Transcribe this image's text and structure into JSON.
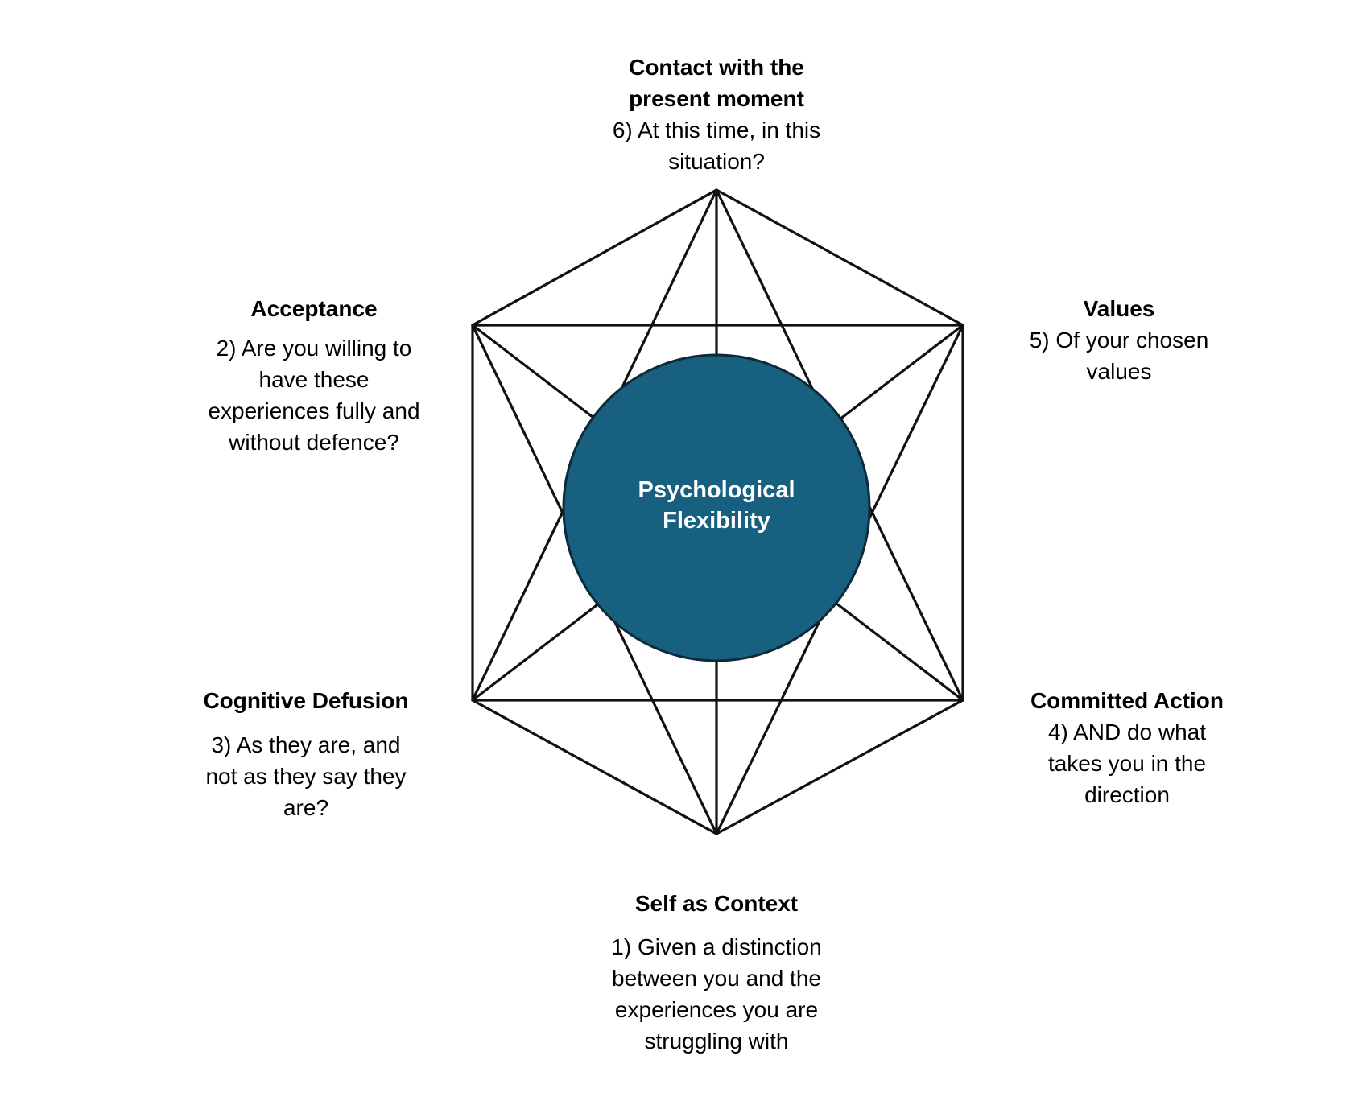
{
  "diagram": {
    "colors": {
      "line": "#111111",
      "core_fill": "#17607f",
      "core_stroke": "#0d2a3a",
      "core_text": "#ffffff"
    },
    "core": {
      "label_line1": "Psychological",
      "label_line2": "Flexibility"
    },
    "nodes": {
      "present_moment": {
        "title_line1": "Contact with the",
        "title_line2": "present moment",
        "desc_line1": "6) At this time, in this",
        "desc_line2": "situation?"
      },
      "values": {
        "title": "Values",
        "desc_line1": "5) Of your chosen",
        "desc_line2": "values"
      },
      "acceptance": {
        "title": "Acceptance",
        "desc_line1": "2) Are you willing to",
        "desc_line2": "have these",
        "desc_line3": "experiences fully and",
        "desc_line4": "without defence?"
      },
      "cognitive_defusion": {
        "title": "Cognitive Defusion",
        "desc_line1": "3) As they are, and",
        "desc_line2": "not as they say they",
        "desc_line3": "are?"
      },
      "committed_action": {
        "title": "Committed Action",
        "desc_line1": "4) AND do what",
        "desc_line2": "takes you in the",
        "desc_line3": "direction"
      },
      "self_as_context": {
        "title": "Self as Context",
        "desc_line1": "1) Given a distinction",
        "desc_line2": "between you and the",
        "desc_line3": "experiences you are",
        "desc_line4": "struggling with"
      }
    }
  }
}
